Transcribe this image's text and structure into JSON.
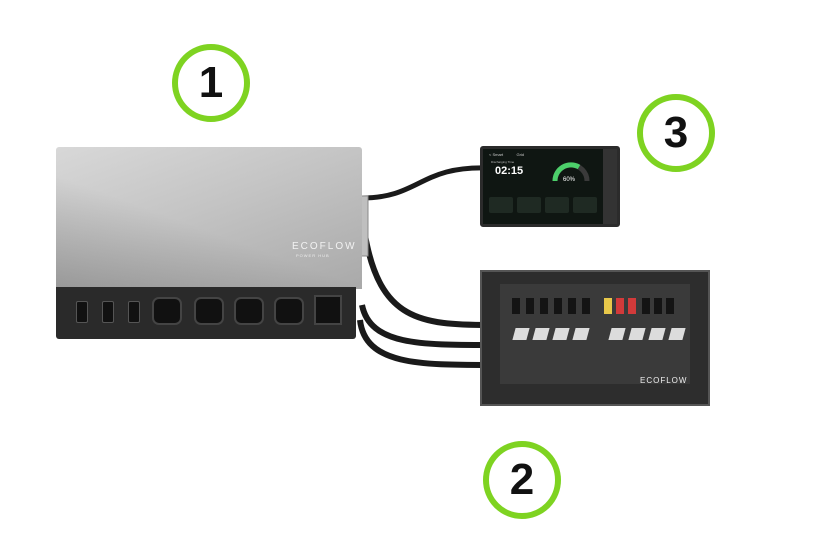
{
  "badges": {
    "hub": "1",
    "panel": "2",
    "display": "3"
  },
  "hub": {
    "logo": "ECOFLOW",
    "sublabel": "POWER HUB"
  },
  "display": {
    "header_left": "< Smart",
    "header_mid": "Grid",
    "charge_label": "Discharging Time",
    "time": "02:15",
    "percent": "60%"
  },
  "panel": {
    "logo": "ECOFLOW"
  },
  "colors": {
    "badge_ring": "#7ed321",
    "cable": "#1a1a1a"
  }
}
